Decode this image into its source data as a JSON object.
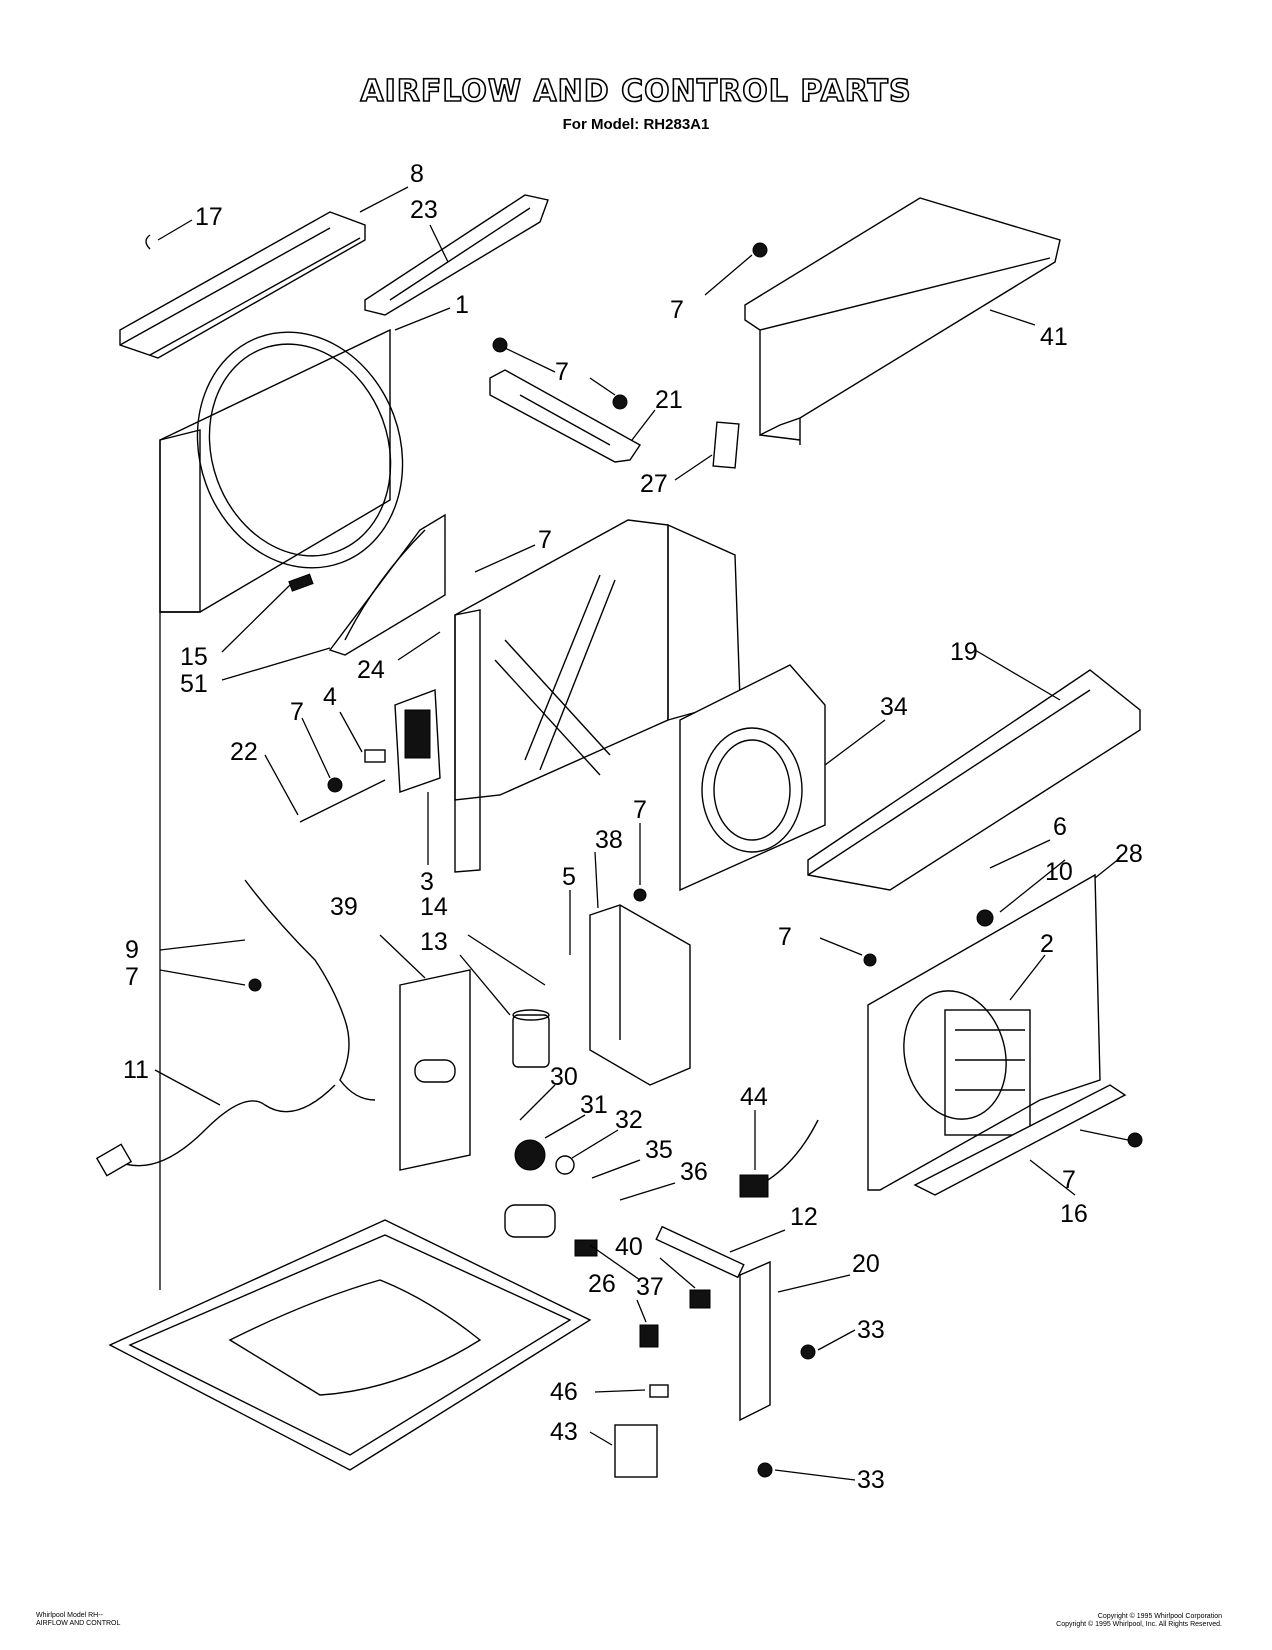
{
  "header": {
    "title": "AIRFLOW AND CONTROL PARTS",
    "subtitle": "For Model: RH283A1"
  },
  "callouts": {
    "c8": "8",
    "c17": "17",
    "c23": "23",
    "c1": "1",
    "c7a": "7",
    "c7b": "7",
    "c21": "21",
    "c41": "41",
    "c27": "27",
    "c7c": "7",
    "c15": "15",
    "c51": "51",
    "c24": "24",
    "c19": "19",
    "c34": "34",
    "c7d": "7",
    "c4": "4",
    "c22": "22",
    "c3": "3",
    "c38": "38",
    "c7e": "7",
    "c5": "5",
    "c6": "6",
    "c10": "10",
    "c28": "28",
    "c39": "39",
    "c14": "14",
    "c13": "13",
    "c9": "9",
    "c7f": "7",
    "c7g": "7",
    "c2": "2",
    "c11": "11",
    "c30": "30",
    "c31": "31",
    "c32": "32",
    "c35": "35",
    "c36": "36",
    "c44": "44",
    "c7h": "7",
    "c16": "16",
    "c12": "12",
    "c40": "40",
    "c20": "20",
    "c26": "26",
    "c37": "37",
    "c33a": "33",
    "c46": "46",
    "c43": "43",
    "c33b": "33"
  },
  "footer": {
    "left_line1": "Whirlpool Model RH--",
    "left_line2": "AIRFLOW AND CONTROL",
    "right_line1": "Copyright © 1995 Whirlpool Corporation",
    "right_line2": "Copyright © 1995 Whirlpool, Inc. All Rights Reserved."
  }
}
